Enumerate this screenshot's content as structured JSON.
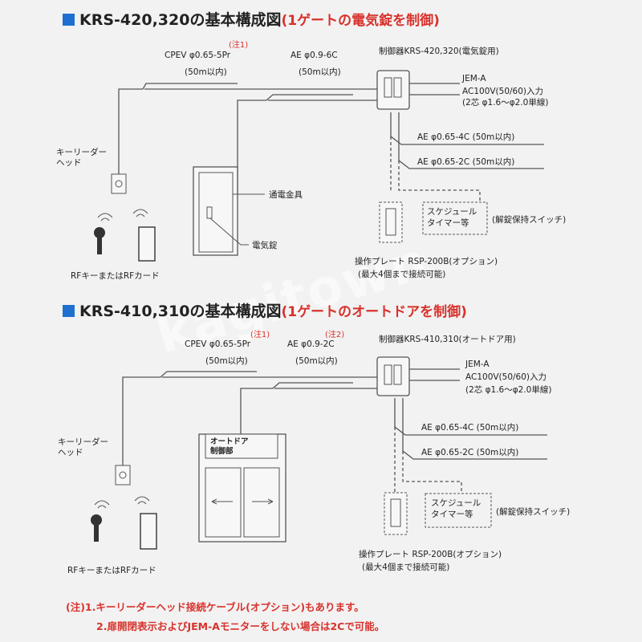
{
  "section1": {
    "title_main": "KRS-420,320の基本構成図",
    "title_sub": "(1ゲートの電気錠を制御)",
    "note1": "(注1)",
    "cpev": "CPEV φ0.65-5Pr",
    "cpev_len": "(50m以内)",
    "ae_top": "AE φ0.9-6C",
    "ae_top_len": "(50m以内)",
    "controller": "制御器KRS-420,320(電気錠用)",
    "jem": "JEM-A",
    "ac": "AC100V(50/60)入力",
    "ac_wire": "(2芯 φ1.6～φ2.0単線)",
    "ae1": "AE φ0.65-4C (50m以内)",
    "ae2": "AE φ0.65-2C (50m以内)",
    "reader": "キーリーダー\nヘッド",
    "power_fitting": "通電金具",
    "lock": "電気錠",
    "schedule": "スケジュール\nタイマー等",
    "unlock_switch": "(解錠保持スイッチ)",
    "plate": "操作プレート RSP-200B(オプション)",
    "plate_note": "(最大4個まで接続可能)",
    "rf": "RFキーまたはRFカード"
  },
  "section2": {
    "title_main": "KRS-410,310の基本構成図",
    "title_sub": "(1ゲートのオートドアを制御)",
    "note1": "(注1)",
    "note2": "(注2)",
    "cpev": "CPEV φ0.65-5Pr",
    "cpev_len": "(50m以内)",
    "ae_top": "AE φ0.9-2C",
    "ae_top_len": "(50m以内)",
    "controller": "制御器KRS-410,310(オートドア用)",
    "jem": "JEM-A",
    "ac": "AC100V(50/60)入力",
    "ac_wire": "(2芯 φ1.6～φ2.0単線)",
    "ae1": "AE φ0.65-4C (50m以内)",
    "ae2": "AE φ0.65-2C (50m以内)",
    "reader": "キーリーダー\nヘッド",
    "door_ctrl": "オートドア\n制御部",
    "schedule": "スケジュール\nタイマー等",
    "unlock_switch": "(解錠保持スイッチ)",
    "plate": "操作プレート RSP-200B(オプション)",
    "plate_note": "(最大4個まで接続可能)",
    "rf": "RFキーまたはRFカード"
  },
  "footnotes": {
    "line1": "(注)1.キーリーダーヘッド接続ケーブル(オプション)もあります。",
    "line2": "2.扉開閉表示およびJEM-Aモニターをしない場合は2Cで可能。"
  },
  "watermark": "kagitown",
  "colors": {
    "accent_blue": "#1e6fd0",
    "note_red": "#d8322c",
    "line": "#555555"
  }
}
